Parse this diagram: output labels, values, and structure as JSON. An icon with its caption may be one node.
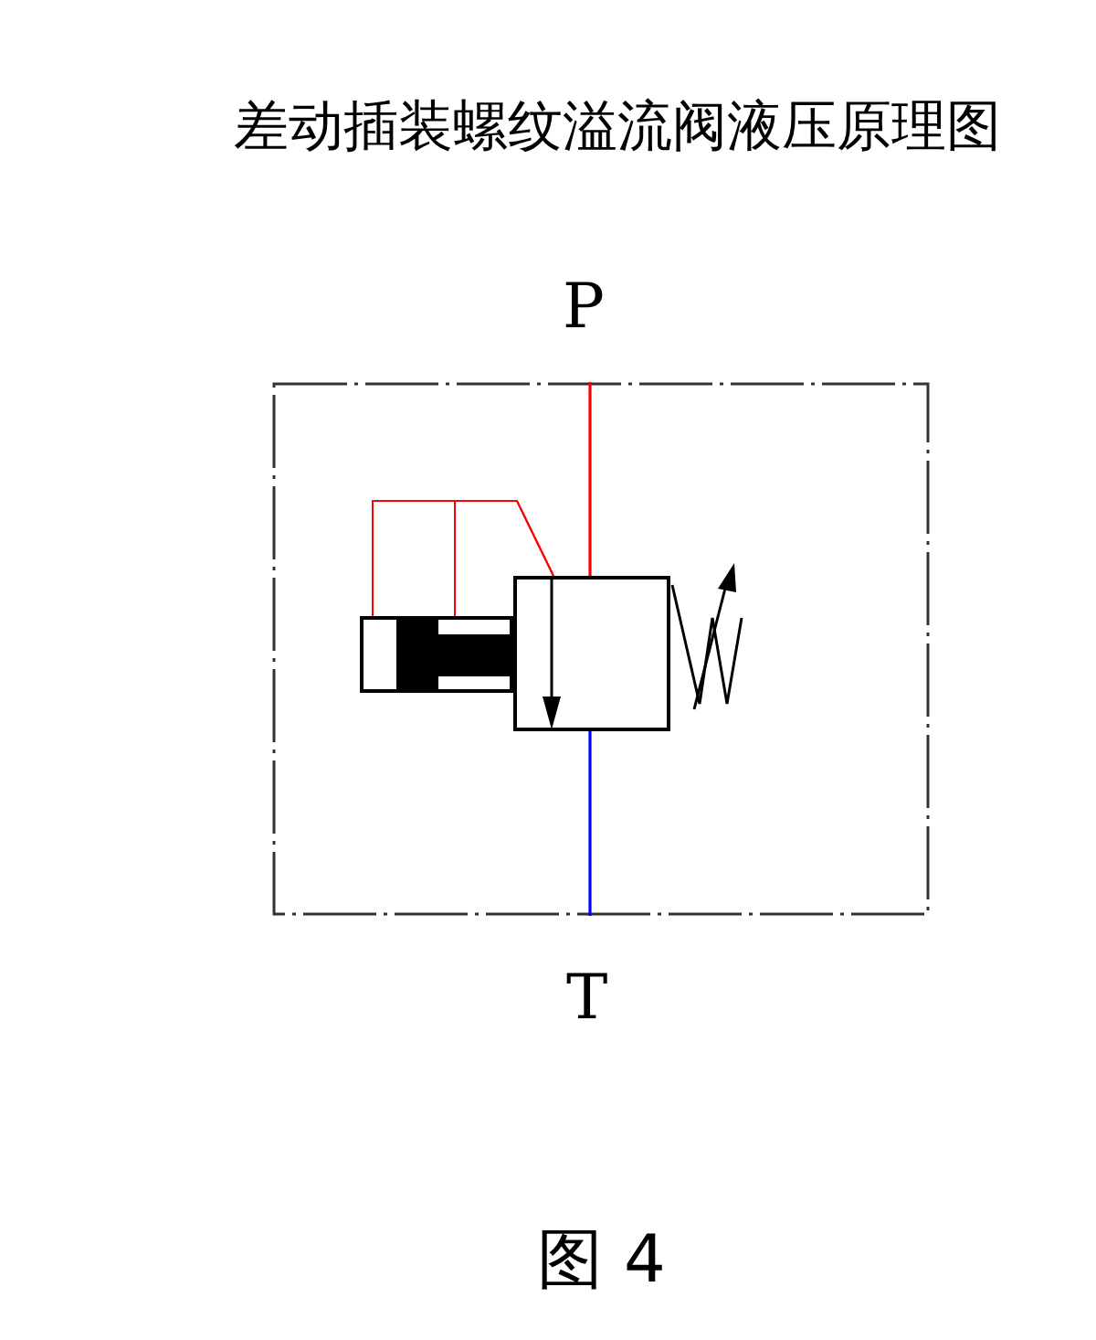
{
  "diagram": {
    "title": "差动插装螺纹溢流阀液压原理图",
    "caption": "图 4",
    "nodes": [
      {
        "text": [],
        "shape": "box"
      },
      {
        "text": [],
        "shape": "box",
        "in": 0
      },
      {
        "text": [],
        "shape": "cylinder",
        "in": 0
      }
    ],
    "edges": [
      {
        "from": 0,
        "to": 1,
        "arrow": "none"
      },
      {
        "from": 1,
        "to": 0,
        "arrow": "none",
        "color": "#0000ff"
      },
      {
        "from": 1,
        "to": 2,
        "arrow": "none"
      },
      {
        "from": 1,
        "to": 2,
        "arrow": "none"
      }
    ],
    "labels": [
      "P",
      "T"
    ]
  }
}
